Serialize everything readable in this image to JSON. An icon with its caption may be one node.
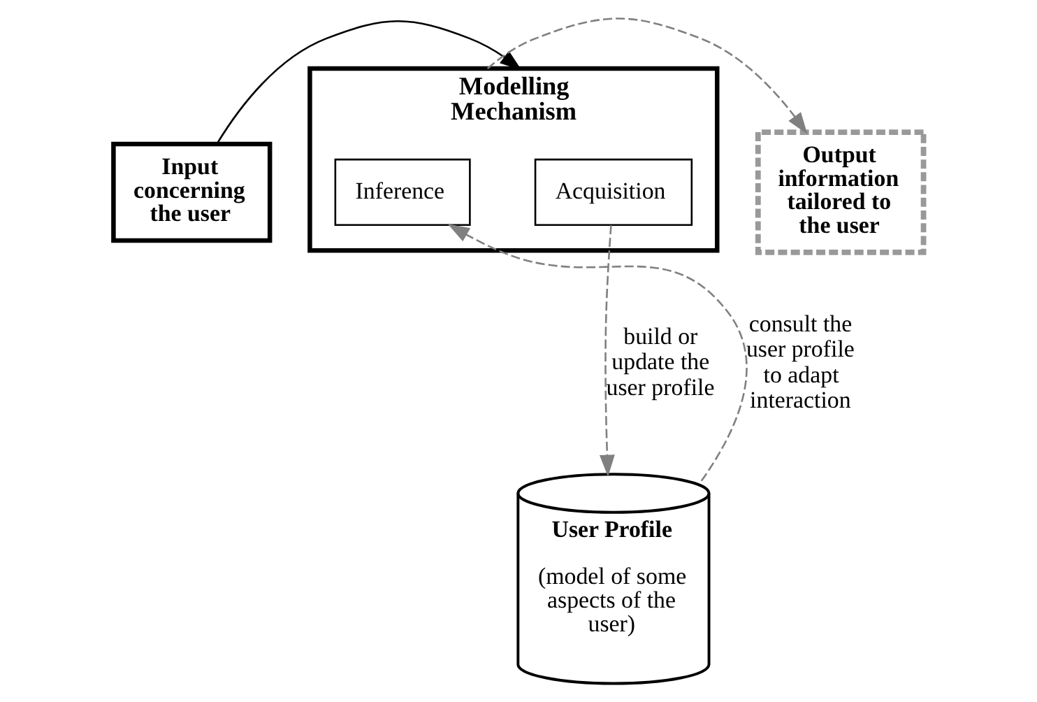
{
  "diagram": {
    "nodes": [
      {
        "text": [
          "Input concerning the user"
        ]
      },
      {
        "text": [
          "Modelling Mechanism"
        ]
      },
      {
        "text": [
          "Acquisition"
        ],
        "in": 1
      },
      {
        "text": [
          "Inference"
        ],
        "in": 1
      },
      {
        "text": [
          "Output information tailored to the user"
        ]
      },
      {
        "text": [
          "User Profile",
          "(model of some aspects of the user)"
        ]
      }
    ],
    "edges": [
      {
        "from": 0,
        "to": 1,
        "arrow": "to",
        "color": "#000000"
      },
      {
        "from": 1,
        "to": 4,
        "arrow": "to",
        "style": "dashed",
        "color": "#808080"
      },
      {
        "from": 2,
        "to": 5,
        "arrow": "to",
        "style": "dashed",
        "color": "#808080",
        "label": "build or update the user profile"
      },
      {
        "from": 5,
        "to": 3,
        "arrow": "to",
        "style": "dashed",
        "color": "#808080",
        "label": "consult the user profile to adapt interaction"
      }
    ]
  }
}
